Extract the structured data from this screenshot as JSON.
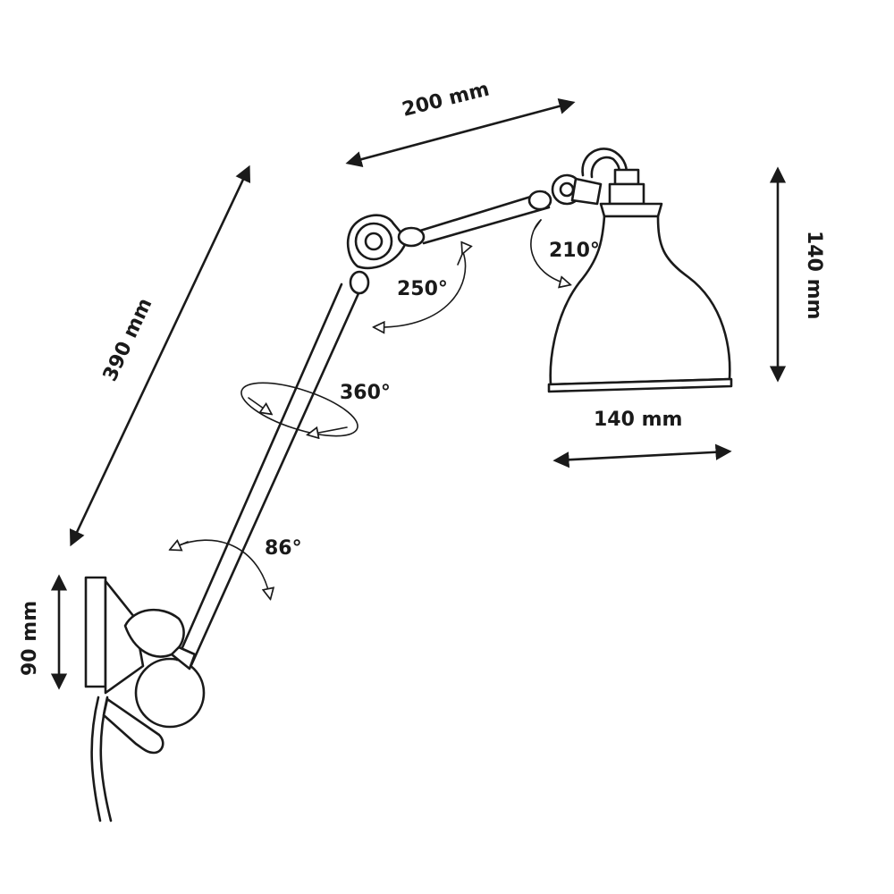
{
  "dimensions": {
    "arm_upper_length": "200 mm",
    "arm_lower_length": "390 mm",
    "shade_height": "140 mm",
    "shade_width": "140 mm",
    "base_height": "90 mm"
  },
  "rotations": {
    "shade_joint": "210°",
    "elbow_joint": "250°",
    "arm_swivel": "360°",
    "base_joint": "86°"
  }
}
